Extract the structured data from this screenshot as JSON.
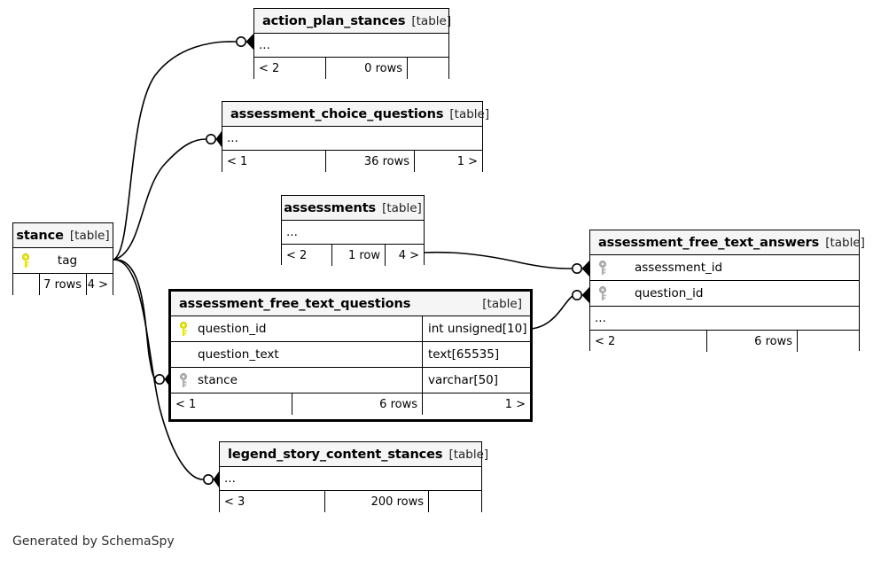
{
  "diagram": {
    "title": "SchemaSpy relationships diagram",
    "credit": "Generated by SchemaSpy",
    "table_tag": "[table]",
    "ellipsis": "...",
    "colors": {
      "primary_key": "#e8e800",
      "foreign_key": "#b0b0b0",
      "header_bg": "#f5f5f5",
      "border": "#000000",
      "background": "#ffffff",
      "text": "#000000"
    }
  },
  "tables": {
    "action_plan_stances": {
      "name": "action_plan_stances",
      "tag": "[table]",
      "ellipsis": "...",
      "footer": {
        "left": "< 2",
        "middle": "0 rows",
        "right": ""
      },
      "columns": []
    },
    "assessment_choice_questions": {
      "name": "assessment_choice_questions",
      "tag": "[table]",
      "ellipsis": "...",
      "footer": {
        "left": "< 1",
        "middle": "36 rows",
        "right": "1 >"
      },
      "columns": []
    },
    "assessments": {
      "name": "assessments",
      "tag": "[table]",
      "ellipsis": "...",
      "footer": {
        "left": "< 2",
        "middle": "1 row",
        "right": "4 >"
      },
      "columns": []
    },
    "stance": {
      "name": "stance",
      "tag": "[table]",
      "footer": {
        "left": "",
        "middle": "7 rows",
        "right": "4 >"
      },
      "columns": [
        {
          "name": "tag",
          "key": "primary",
          "type": ""
        }
      ]
    },
    "assessment_free_text_questions": {
      "name": "assessment_free_text_questions",
      "tag": "[table]",
      "focus": true,
      "footer": {
        "left": "< 1",
        "middle": "6 rows",
        "right": "1 >"
      },
      "columns": [
        {
          "name": "question_id",
          "key": "primary",
          "type": "int unsigned[10]"
        },
        {
          "name": "question_text",
          "key": "none",
          "type": "text[65535]"
        },
        {
          "name": "stance",
          "key": "foreign",
          "type": "varchar[50]"
        }
      ]
    },
    "assessment_free_text_answers": {
      "name": "assessment_free_text_answers",
      "tag": "[table]",
      "ellipsis": "...",
      "footer": {
        "left": "< 2",
        "middle": "6 rows",
        "right": ""
      },
      "columns": [
        {
          "name": "assessment_id",
          "key": "foreign",
          "type": ""
        },
        {
          "name": "question_id",
          "key": "foreign",
          "type": ""
        }
      ]
    },
    "legend_story_content_stances": {
      "name": "legend_story_content_stances",
      "tag": "[table]",
      "ellipsis": "...",
      "footer": {
        "left": "< 3",
        "middle": "200 rows",
        "right": ""
      },
      "columns": []
    }
  },
  "relationships": [
    {
      "from": "stance.tag",
      "to": "action_plan_stances",
      "cardinality": "zero-or-many"
    },
    {
      "from": "stance.tag",
      "to": "assessment_choice_questions",
      "cardinality": "zero-or-many"
    },
    {
      "from": "stance.tag",
      "to": "assessment_free_text_questions.stance",
      "cardinality": "zero-or-many"
    },
    {
      "from": "stance.tag",
      "to": "legend_story_content_stances",
      "cardinality": "zero-or-many"
    },
    {
      "from": "assessments",
      "to": "assessment_free_text_answers.assessment_id",
      "cardinality": "zero-or-many"
    },
    {
      "from": "assessment_free_text_questions.question_id",
      "to": "assessment_free_text_answers.question_id",
      "cardinality": "zero-or-many"
    }
  ]
}
